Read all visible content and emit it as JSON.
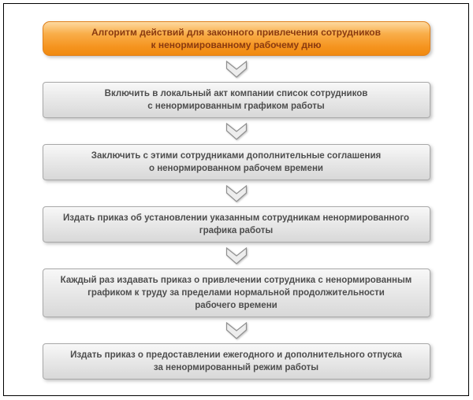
{
  "diagram": {
    "title": "Алгоритм действий для законного привлечения сотрудников\nк ненормированному рабочему дню",
    "steps": [
      {
        "text": "Включить в локальный акт компании список сотрудников\nс ненормированным графиком работы"
      },
      {
        "text": "Заключить с этими сотрудниками дополнительные соглашения\nо ненормированном рабочем времени"
      },
      {
        "text": "Издать приказ об установлении указанным сотрудникам ненормированного\nграфика работы"
      },
      {
        "text": "Каждый раз издавать приказ о привлечении сотрудника с ненормированным\nграфиком к труду за пределами нормальной продолжительности\nрабочего времени"
      },
      {
        "text": "Издать приказ о предоставлении ежегодного и дополнительного отпуска\nза ненормированный режим работы"
      }
    ],
    "colors": {
      "title_box_fill_top": "#fdd9a0",
      "title_box_fill_bottom": "#f08a10",
      "title_box_border": "#e0811c",
      "title_text": "#8a3a10",
      "step_box_fill_top": "#f8f8f8",
      "step_box_fill_bottom": "#d8d8d8",
      "step_box_border": "#a9a9a9",
      "step_text": "#4d4d4d",
      "arrow_fill": "#ededed",
      "arrow_stroke": "#8f8f8f",
      "frame_border": "#000000"
    }
  }
}
